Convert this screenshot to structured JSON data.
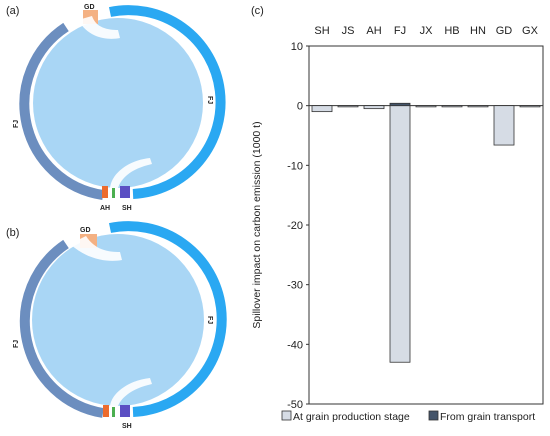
{
  "chord_panels": [
    {
      "panel_label": "(a)",
      "regions": [
        {
          "key": "GD",
          "label": "GD",
          "color": "#f4b183"
        },
        {
          "key": "FJ_right",
          "label": "FJ",
          "color": "#2aa8f2"
        },
        {
          "key": "FJ_left",
          "label": "FJ",
          "color": "#6c8ebf"
        },
        {
          "key": "AH",
          "label": "AH",
          "color": "#ec6b2d"
        },
        {
          "key": "green",
          "label": "",
          "color": "#4caf50"
        },
        {
          "key": "SH",
          "label": "SH",
          "color": "#5b4fc3"
        }
      ]
    },
    {
      "panel_label": "(b)",
      "regions": [
        {
          "key": "GD",
          "label": "GD",
          "color": "#f4b183"
        },
        {
          "key": "FJ_right",
          "label": "FJ",
          "color": "#2aa8f2"
        },
        {
          "key": "FJ_left",
          "label": "FJ",
          "color": "#6c8ebf"
        },
        {
          "key": "AH",
          "label": "",
          "color": "#ec6b2d"
        },
        {
          "key": "green",
          "label": "",
          "color": "#4caf50"
        },
        {
          "key": "SH",
          "label": "SH",
          "color": "#5b4fc3"
        }
      ],
      "fill_color": "#a9d6f5"
    }
  ],
  "chart_data": {
    "type": "bar",
    "panel_label": "(c)",
    "categories": [
      "SH",
      "JS",
      "AH",
      "FJ",
      "JX",
      "HB",
      "HN",
      "GD",
      "GX"
    ],
    "series": [
      {
        "name": "At grain production stage",
        "values": [
          -1.0,
          -0.2,
          -0.5,
          -43.0,
          -0.05,
          -0.05,
          -0.05,
          -6.6,
          -0.05
        ],
        "color": "#d6dce5"
      },
      {
        "name": "From grain transport",
        "values": [
          0,
          0,
          0,
          0.4,
          0,
          0,
          0,
          0,
          0
        ],
        "color": "#44546a"
      }
    ],
    "ylabel": "Spillover impact on carbon emission (1000 t)",
    "ylim": [
      -50,
      10
    ],
    "yticks": [
      10,
      0,
      -10,
      -20,
      -30,
      -40,
      -50
    ],
    "legend_position": "bottom",
    "grid": false
  }
}
